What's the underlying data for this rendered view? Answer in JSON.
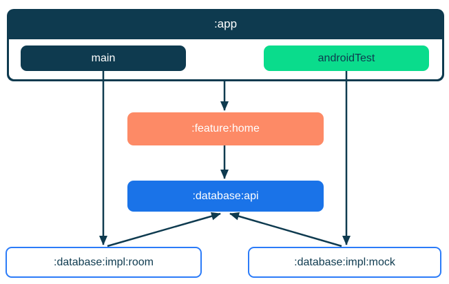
{
  "colors": {
    "navy": "#0E3A4F",
    "green": "#0ADC8C",
    "coral": "#FD8A66",
    "blue": "#1A73E8",
    "border-blue": "#2B7BF8",
    "white": "#FFFFFF"
  },
  "nodes": {
    "app": ":app",
    "main": "main",
    "android_test": "androidTest",
    "feature_home": ":feature:home",
    "database_api": ":database:api",
    "database_impl_room": ":database:impl:room",
    "database_impl_mock": ":database:impl:mock"
  },
  "edges": [
    {
      "from": "main",
      "to": "database_impl_room"
    },
    {
      "from": "android_test",
      "to": "database_impl_mock"
    },
    {
      "from": "app",
      "to": "feature_home"
    },
    {
      "from": "feature_home",
      "to": "database_api"
    },
    {
      "from": "database_impl_room",
      "to": "database_api"
    },
    {
      "from": "database_impl_mock",
      "to": "database_api"
    }
  ]
}
